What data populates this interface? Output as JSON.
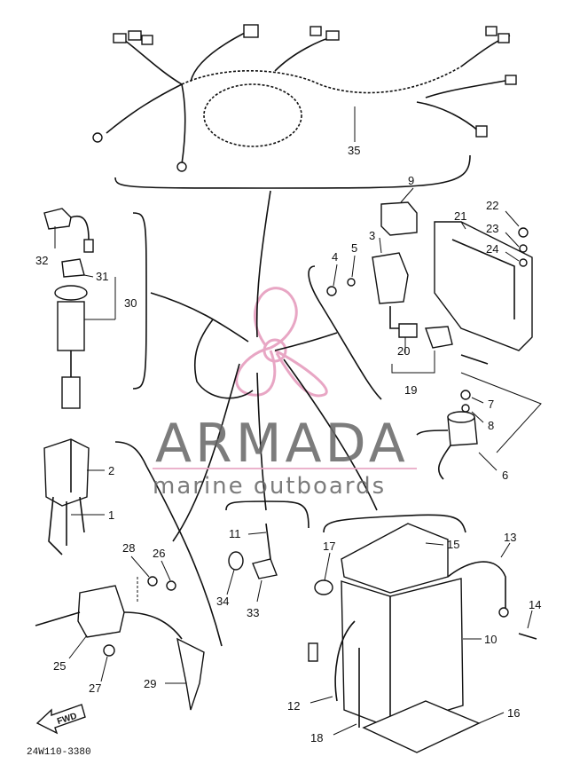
{
  "watermark": {
    "title": "ARMADA",
    "subtitle": "marine outboards",
    "logo_color": "#e8a6c4",
    "text_color": "#666666"
  },
  "drawing_code": "24W110-3380",
  "fwd_label": "FWD",
  "callouts": {
    "n1": "1",
    "n2": "2",
    "n3": "3",
    "n4": "4",
    "n5": "5",
    "n6": "6",
    "n7": "7",
    "n8": "8",
    "n9": "9",
    "n10": "10",
    "n11": "11",
    "n12": "12",
    "n13": "13",
    "n14": "14",
    "n15": "15",
    "n16": "16",
    "n17": "17",
    "n18": "18",
    "n19": "19",
    "n20": "20",
    "n21": "21",
    "n22": "22",
    "n23": "23",
    "n24": "24",
    "n25": "25",
    "n26": "26",
    "n27": "27",
    "n28": "28",
    "n29": "29",
    "n30": "30",
    "n31": "31",
    "n32": "32",
    "n33": "33",
    "n34": "34",
    "n35": "35"
  }
}
